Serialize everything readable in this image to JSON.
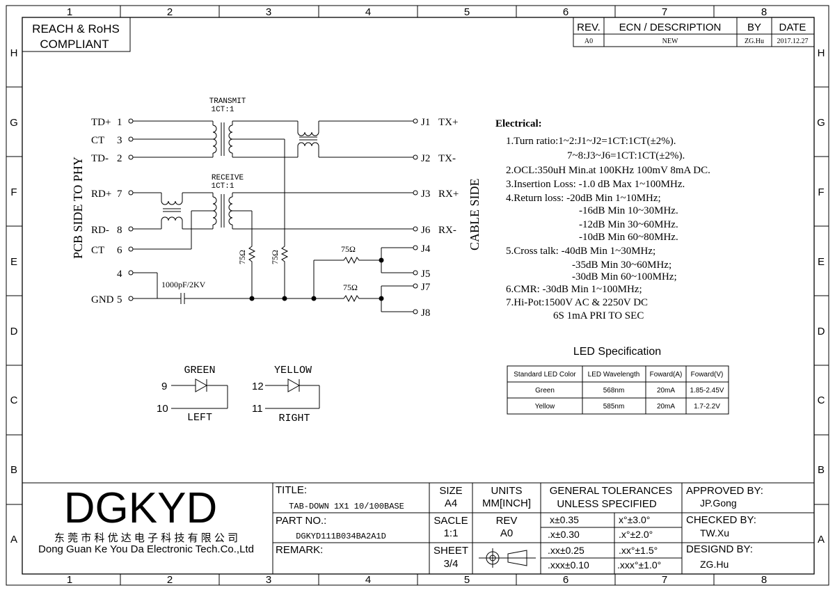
{
  "frame": {
    "cols": [
      "1",
      "2",
      "3",
      "4",
      "5",
      "6",
      "7",
      "8"
    ],
    "rows": [
      "H",
      "G",
      "F",
      "E",
      "D",
      "C",
      "B",
      "A"
    ]
  },
  "compliance": {
    "line1": "REACH & RoHS",
    "line2": "COMPLIANT"
  },
  "revision": {
    "headers": [
      "REV.",
      "ECN / DESCRIPTION",
      "BY",
      "DATE"
    ],
    "row": [
      "A0",
      "NEW",
      "ZG.Hu",
      "2017.12.27"
    ]
  },
  "schematic": {
    "side_left": "PCB SIDE TO PHY",
    "side_right": "CABLE SIDE",
    "transmit_label": "TRANSMIT",
    "transmit_ratio": "1CT:1",
    "receive_label": "RECEIVE",
    "receive_ratio": "1CT:1",
    "left_pins": [
      {
        "name": "TD+",
        "num": "1"
      },
      {
        "name": "CT",
        "num": "3"
      },
      {
        "name": "TD-",
        "num": "2"
      },
      {
        "name": "RD+",
        "num": "7"
      },
      {
        "name": "RD-",
        "num": "8"
      },
      {
        "name": "CT",
        "num": "6"
      },
      {
        "name": "",
        "num": "4"
      },
      {
        "name": "GND",
        "num": "5"
      }
    ],
    "right_pins": [
      {
        "j": "J1",
        "name": "TX+"
      },
      {
        "j": "J2",
        "name": "TX-"
      },
      {
        "j": "J3",
        "name": "RX+"
      },
      {
        "j": "J6",
        "name": "RX-"
      },
      {
        "j": "J4",
        "name": ""
      },
      {
        "j": "J5",
        "name": ""
      },
      {
        "j": "J7",
        "name": ""
      },
      {
        "j": "J8",
        "name": ""
      }
    ],
    "resistor": "75Ω",
    "capacitor": "1000pF/2KV"
  },
  "leds": {
    "green": {
      "label": "GREEN",
      "pin_a": "9",
      "pin_b": "10",
      "side": "LEFT"
    },
    "yellow": {
      "label": "YELLOW",
      "pin_a": "12",
      "pin_b": "11",
      "side": "RIGHT"
    }
  },
  "electrical": {
    "title": "Electrical:",
    "lines": [
      "1.Turn ratio:1~2:J1~J2=1CT:1CT(±2%).",
      "7~8:J3~J6=1CT:1CT(±2%).",
      "2.OCL:350uH Min.at 100KHz 100mV 8mA DC.",
      "3.Insertion Loss: -1.0 dB Max 1~100MHz.",
      "4.Return loss: -20dB Min 1~10MHz;",
      "-16dB Min 10~30MHz.",
      "-12dB Min 30~60MHz.",
      "-10dB Min 60~80MHz.",
      "5.Cross talk: -40dB Min 1~30MHz;",
      "-35dB Min 30~60MHz;",
      "-30dB Min 60~100MHz;",
      "6.CMR: -30dB Min 1~100MHz;",
      "7.Hi-Pot:1500V AC & 2250V DC",
      "6S 1mA PRI TO SEC"
    ]
  },
  "led_spec": {
    "title": "LED Specification",
    "headers": [
      "Standard LED Color",
      "LED Wavelength",
      "Foward(A)",
      "Foward(V)"
    ],
    "rows": [
      [
        "Green",
        "568nm",
        "20mA",
        "1.85-2.45V"
      ],
      [
        "Yellow",
        "585nm",
        "20mA",
        "1.7-2.2V"
      ]
    ]
  },
  "title_block": {
    "logo": "DGKYD",
    "company_cn": "东 莞 市 科 优 达 电 子 科 技 有 限 公 司",
    "company_en": "Dong Guan Ke You Da Electronic Tech.Co.,Ltd",
    "title_label": "TITLE:",
    "title_value": "TAB-DOWN 1X1 10/100BASE",
    "part_label": "PART NO.:",
    "part_value": "DGKYD111B034BA2A1D",
    "remark_label": "REMARK:",
    "size_label": "SIZE",
    "size_value": "A4",
    "units_label": "UNITS",
    "units_value": "MM[INCH]",
    "scale_label": "SACLE",
    "scale_value": "1:1",
    "rev_label": "REV",
    "rev_value": "A0",
    "sheet_label": "SHEET",
    "sheet_value": "3/4",
    "tol_title1": "GENERAL TOLERANCES",
    "tol_title2": "UNLESS SPECIFIED",
    "tolerances": [
      [
        "x±0.35",
        "x°±3.0°"
      ],
      [
        ".x±0.30",
        ".x°±2.0°"
      ],
      [
        ".xx±0.25",
        ".xx°±1.5°"
      ],
      [
        ".xxx±0.10",
        ".xxx°±1.0°"
      ]
    ],
    "approved_label": "APPROVED BY:",
    "approved_value": "JP.Gong",
    "checked_label": "CHECKED BY:",
    "checked_value": "TW.Xu",
    "designed_label": "DESIGND BY:",
    "designed_value": "ZG.Hu"
  }
}
